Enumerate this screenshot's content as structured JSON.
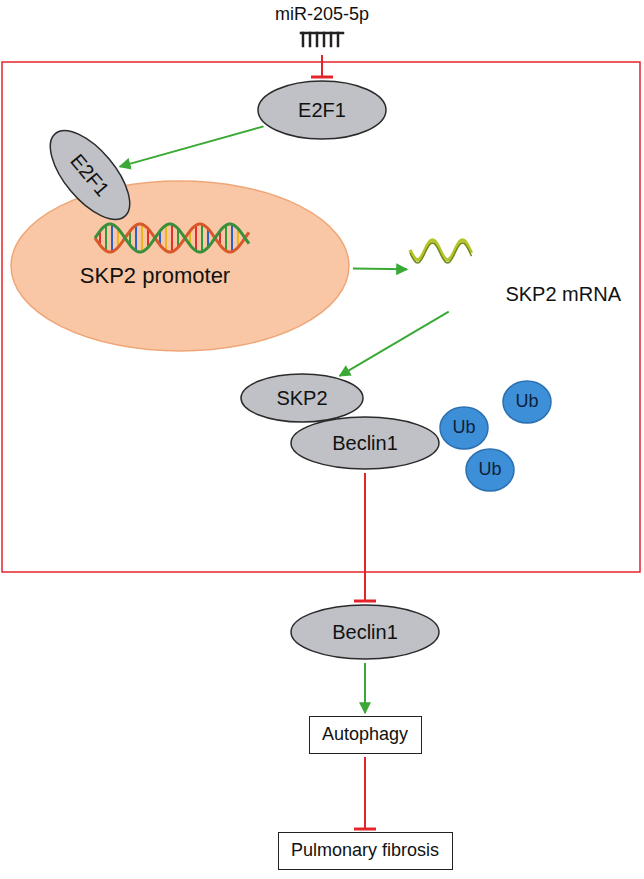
{
  "diagram": {
    "nodes": [
      {
        "text": [
          "miR-205-5p"
        ]
      },
      {
        "text": [
          "E2F1"
        ]
      },
      {
        "text": [
          "SKP2 promoter"
        ]
      },
      {
        "text": [
          "E2F1"
        ],
        "in": 2
      },
      {
        "text": [
          "SKP2 mRNA"
        ]
      },
      {
        "text": [
          "SKP2"
        ]
      },
      {
        "text": [
          "Beclin1"
        ]
      },
      {
        "text": [
          "Ub"
        ]
      },
      {
        "text": [
          "Ub"
        ]
      },
      {
        "text": [
          "Ub"
        ]
      },
      {
        "text": [
          "Beclin1"
        ]
      },
      {
        "text": [
          "Autophagy"
        ]
      },
      {
        "text": [
          "Pulmonary fibrosis"
        ]
      }
    ],
    "edges": [
      {
        "from": 0,
        "to": 1,
        "arrow": "to"
      },
      {
        "from": 1,
        "to": 3,
        "arrow": "to"
      },
      {
        "from": 2,
        "to": 4,
        "arrow": "to"
      },
      {
        "from": 4,
        "to": 5,
        "arrow": "to"
      },
      {
        "from": 6,
        "to": 10,
        "arrow": "to"
      },
      {
        "from": 10,
        "to": 11,
        "arrow": "to"
      },
      {
        "from": 11,
        "to": 12,
        "arrow": "to"
      }
    ]
  }
}
